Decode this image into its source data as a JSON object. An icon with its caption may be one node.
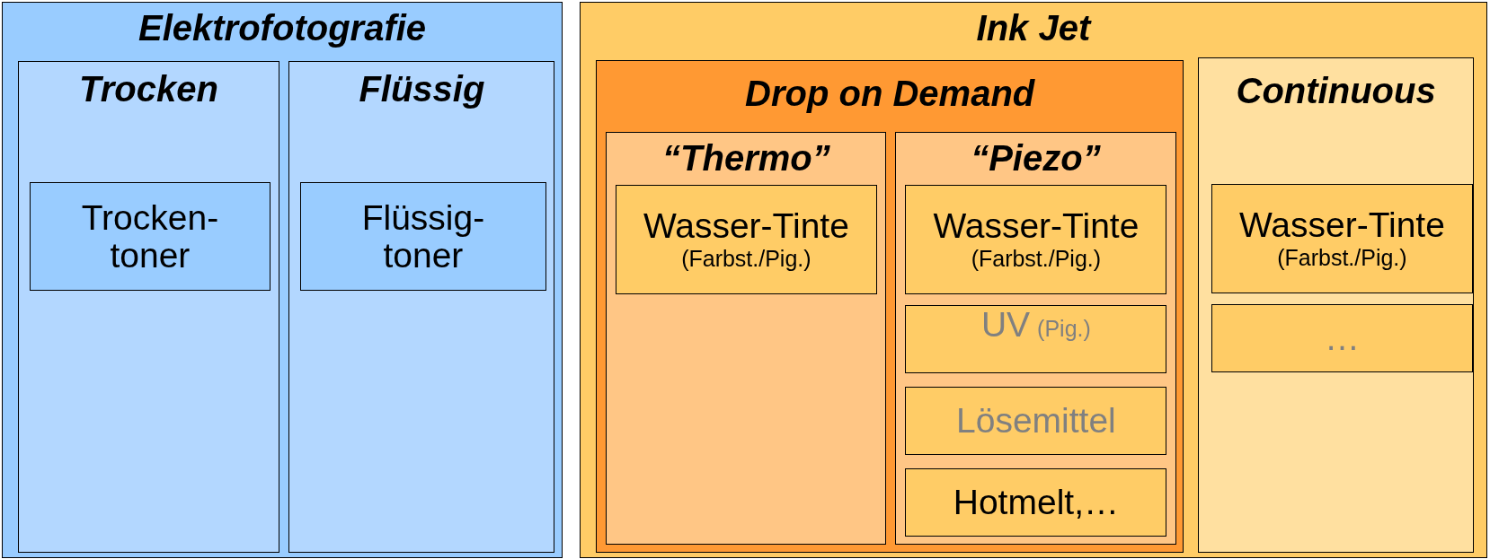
{
  "diagram": {
    "nodes": [
      {
        "text": [
          "Elektrofotografie"
        ]
      },
      {
        "text": [
          "Trocken"
        ],
        "in": 0
      },
      {
        "text": [
          "Trocken- toner"
        ],
        "in": 1
      },
      {
        "text": [
          "Flüssig"
        ],
        "in": 0
      },
      {
        "text": [
          "Flüssig- toner"
        ],
        "in": 3
      },
      {
        "text": [
          "Ink Jet"
        ]
      },
      {
        "text": [
          "Drop on Demand"
        ],
        "in": 5
      },
      {
        "text": [
          "“Thermo”"
        ],
        "in": 6
      },
      {
        "text": [
          "Wasser-Tinte",
          "(Farbst./Pig.)"
        ],
        "in": 7
      },
      {
        "text": [
          "“Piezo”"
        ],
        "in": 6
      },
      {
        "text": [
          "Wasser-Tinte",
          "(Farbst./Pig.)"
        ],
        "in": 9
      },
      {
        "text": [
          "UV",
          "(Pig.)"
        ],
        "in": 9
      },
      {
        "text": [
          "Lösemittel"
        ],
        "in": 9
      },
      {
        "text": [
          "Hotmelt,…"
        ],
        "in": 9
      },
      {
        "text": [
          "Continuous"
        ],
        "in": 5
      },
      {
        "text": [
          "Wasser-Tinte",
          "(Farbst./Pig.)"
        ],
        "in": 14
      },
      {
        "text": [
          "…"
        ],
        "in": 14
      }
    ]
  }
}
